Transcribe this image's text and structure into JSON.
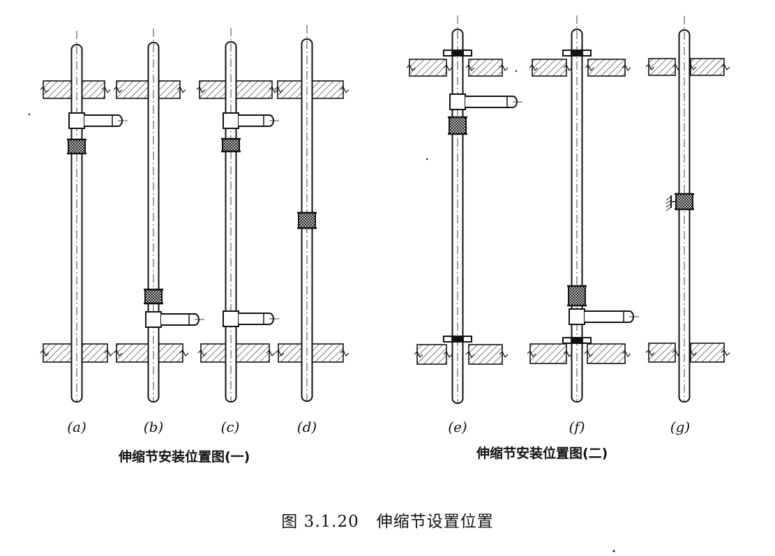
{
  "panels": [
    {
      "id": "a",
      "label": "(a)"
    },
    {
      "id": "b",
      "label": "(b)"
    },
    {
      "id": "c",
      "label": "(c)"
    },
    {
      "id": "d",
      "label": "(d)"
    },
    {
      "id": "e",
      "label": "(e)"
    },
    {
      "id": "f",
      "label": "(f)"
    },
    {
      "id": "g",
      "label": "(g)"
    }
  ],
  "group_captions": {
    "left": "伸缩节安装位置图(一)",
    "right": "伸缩节安装位置图(二)"
  },
  "figure_title": "图 3.1.20   伸缩节设置位置",
  "colors": {
    "ink": "#111111",
    "hatch": "#444444",
    "paper": "#ffffff"
  }
}
